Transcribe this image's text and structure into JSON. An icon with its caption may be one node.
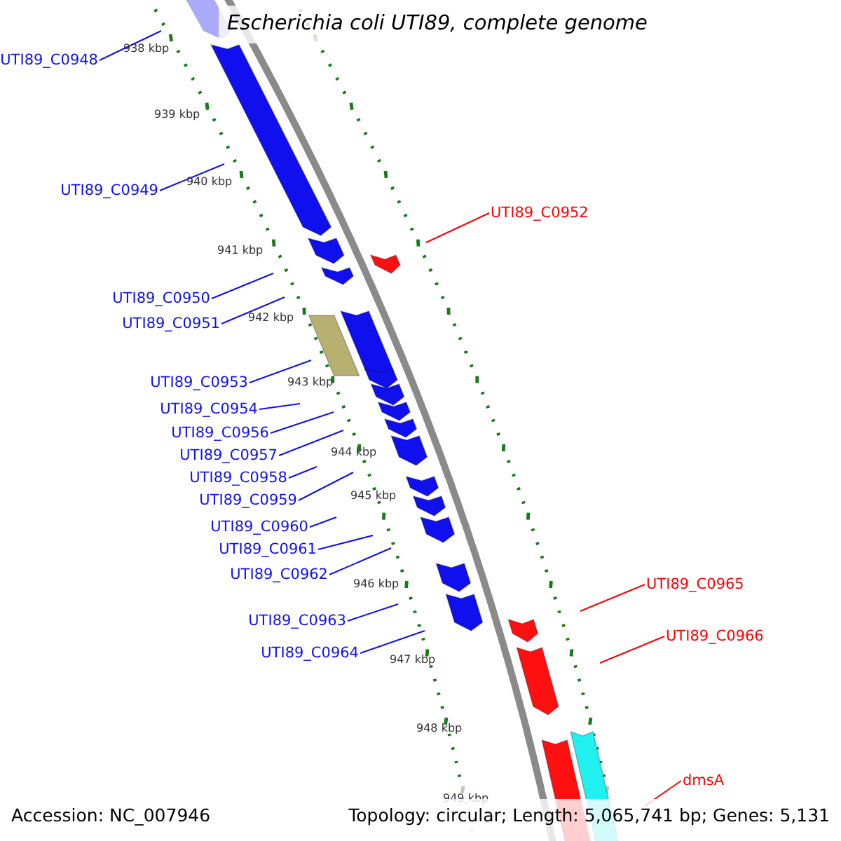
{
  "diagram": {
    "title": "Escherichia coli UTI89, complete genome",
    "nodes": [
      {
        "text": [
          "UTI89_C0948"
        ]
      },
      {
        "text": [
          "UTI89_C0949"
        ]
      },
      {
        "text": [
          "UTI89_C0950"
        ]
      },
      {
        "text": [
          "UTI89_C0951"
        ]
      },
      {
        "text": [
          "UTI89_C0953"
        ]
      },
      {
        "text": [
          "UTI89_C0954"
        ]
      },
      {
        "text": [
          "UTI89_C0956"
        ]
      },
      {
        "text": [
          "UTI89_C0957"
        ]
      },
      {
        "text": [
          "UTI89_C0958"
        ]
      },
      {
        "text": [
          "UTI89_C0959"
        ]
      },
      {
        "text": [
          "UTI89_C0960"
        ]
      },
      {
        "text": [
          "UTI89_C0961"
        ]
      },
      {
        "text": [
          "UTI89_C0962"
        ]
      },
      {
        "text": [
          "UTI89_C0963"
        ]
      },
      {
        "text": [
          "UTI89_C0964"
        ]
      },
      {
        "text": [
          "UTI89_C0952"
        ]
      },
      {
        "text": [
          "UTI89_C0965"
        ]
      },
      {
        "text": [
          "UTI89_C0966"
        ]
      },
      {
        "text": [
          "dmsA"
        ]
      }
    ],
    "edges": [
      {
        "from": 0,
        "to": null,
        "arrow": "none"
      },
      {
        "from": 1,
        "to": null,
        "arrow": "none"
      },
      {
        "from": 2,
        "to": null,
        "arrow": "none"
      },
      {
        "from": 3,
        "to": null,
        "arrow": "none"
      },
      {
        "from": 4,
        "to": null,
        "arrow": "none"
      },
      {
        "from": 5,
        "to": null,
        "arrow": "none"
      },
      {
        "from": 6,
        "to": null,
        "arrow": "none"
      },
      {
        "from": 7,
        "to": null,
        "arrow": "none"
      },
      {
        "from": 8,
        "to": null,
        "arrow": "none"
      },
      {
        "from": 9,
        "to": null,
        "arrow": "none"
      },
      {
        "from": 10,
        "to": null,
        "arrow": "none"
      },
      {
        "from": 11,
        "to": null,
        "arrow": "none"
      },
      {
        "from": 12,
        "to": null,
        "arrow": "none"
      },
      {
        "from": 13,
        "to": null,
        "arrow": "none"
      },
      {
        "from": 14,
        "to": null,
        "arrow": "none"
      },
      {
        "from": 15,
        "to": null,
        "arrow": "none",
        "color": "#ff0000"
      },
      {
        "from": 16,
        "to": null,
        "arrow": "none",
        "color": "#ff0000"
      },
      {
        "from": 17,
        "to": null,
        "arrow": "none",
        "color": "#ff0000"
      },
      {
        "from": 18,
        "to": null,
        "arrow": "none",
        "color": "#ff0000"
      }
    ],
    "labels": [
      "938 kbp",
      "939 kbp",
      "940 kbp",
      "941 kbp",
      "942 kbp",
      "943 kbp",
      "944 kbp",
      "945 kbp",
      "946 kbp",
      "947 kbp",
      "948 kbp",
      "949 kbp",
      "Accession: NC_007946",
      "Topology: circular; Length: 5,065,741 bp; Genes: 5,131"
    ]
  }
}
